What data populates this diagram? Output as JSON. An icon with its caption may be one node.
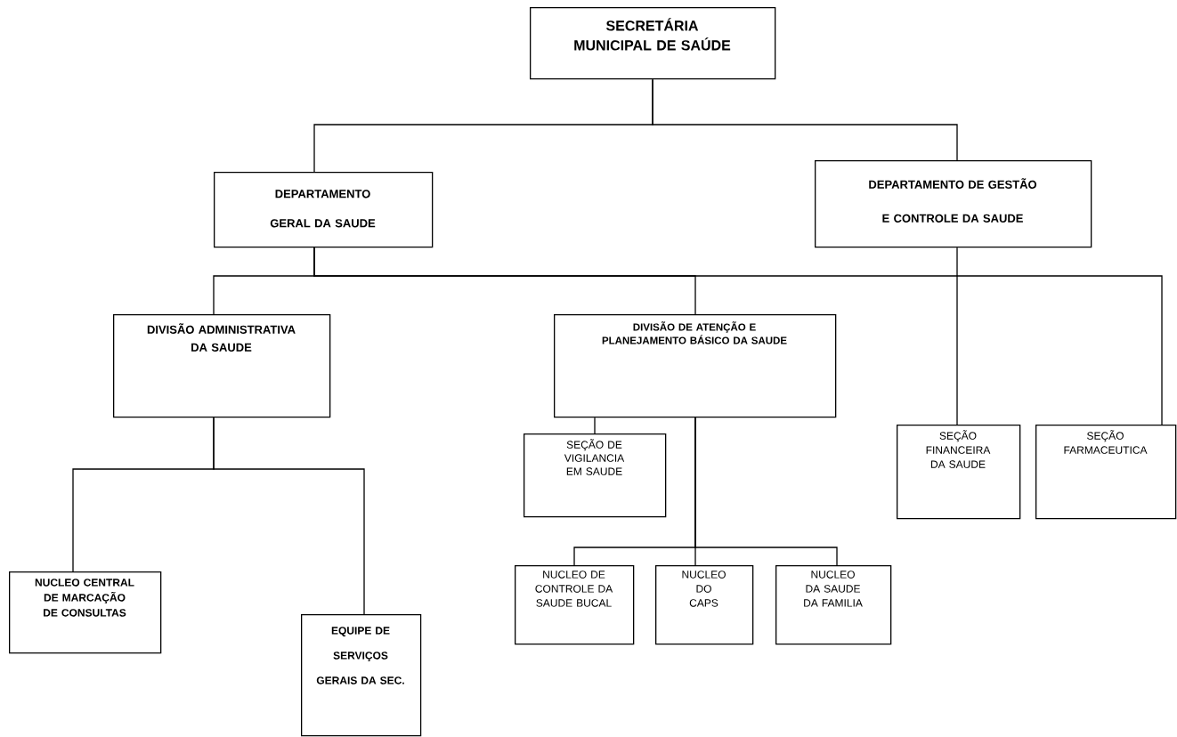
{
  "diagram": {
    "nodes": [
      {
        "text": [
          "SECRETÁRIA MUNICIPAL DE SAÚDE"
        ]
      },
      {
        "text": [
          "DEPARTAMENTO GERAL DA SAUDE"
        ]
      },
      {
        "text": [
          "DEPARTAMENTO DE GESTÃO E CONTROLE DA SAUDE"
        ]
      },
      {
        "text": [
          "DIVISÃO ADMINISTRATIVA DA SAUDE"
        ]
      },
      {
        "text": [
          "DIVISÃO DE ATENÇÃO E PLANEJAMENTO BÁSICO DA SAUDE"
        ]
      },
      {
        "text": [
          "SEÇÃO DE VIGILANCIA EM SAUDE"
        ]
      },
      {
        "text": [
          "SEÇÃO FINANCEIRA DA SAUDE"
        ]
      },
      {
        "text": [
          "SEÇÃO FARMACEUTICA"
        ]
      },
      {
        "text": [
          "NUCLEO CENTRAL DE MARCAÇÃO DE CONSULTAS"
        ]
      },
      {
        "text": [
          "NUCLEO DE CONTROLE DA SAUDE BUCAL"
        ]
      },
      {
        "text": [
          "NUCLEO DO CAPS"
        ]
      },
      {
        "text": [
          "NUCLEO DA SAUDE DA FAMILIA"
        ]
      },
      {
        "text": [
          "EQUIPE DE SERVIÇOS GERAIS DA SEC."
        ]
      }
    ],
    "edges": [
      {
        "from": 0,
        "to": 1,
        "arrow": "none"
      },
      {
        "from": 0,
        "to": 2,
        "arrow": "none"
      },
      {
        "from": 1,
        "to": 3,
        "arrow": "none"
      },
      {
        "from": 1,
        "to": 4,
        "arrow": "none"
      },
      {
        "from": 1,
        "to": 7,
        "arrow": "none"
      },
      {
        "from": 2,
        "to": 6,
        "arrow": "none"
      },
      {
        "from": 3,
        "to": 8,
        "arrow": "none"
      },
      {
        "from": 3,
        "to": 12,
        "arrow": "none"
      },
      {
        "from": 4,
        "to": 5,
        "arrow": "none"
      },
      {
        "from": 4,
        "to": 9,
        "arrow": "none"
      },
      {
        "from": 4,
        "to": 10,
        "arrow": "none"
      },
      {
        "from": 4,
        "to": 11,
        "arrow": "none"
      }
    ]
  }
}
